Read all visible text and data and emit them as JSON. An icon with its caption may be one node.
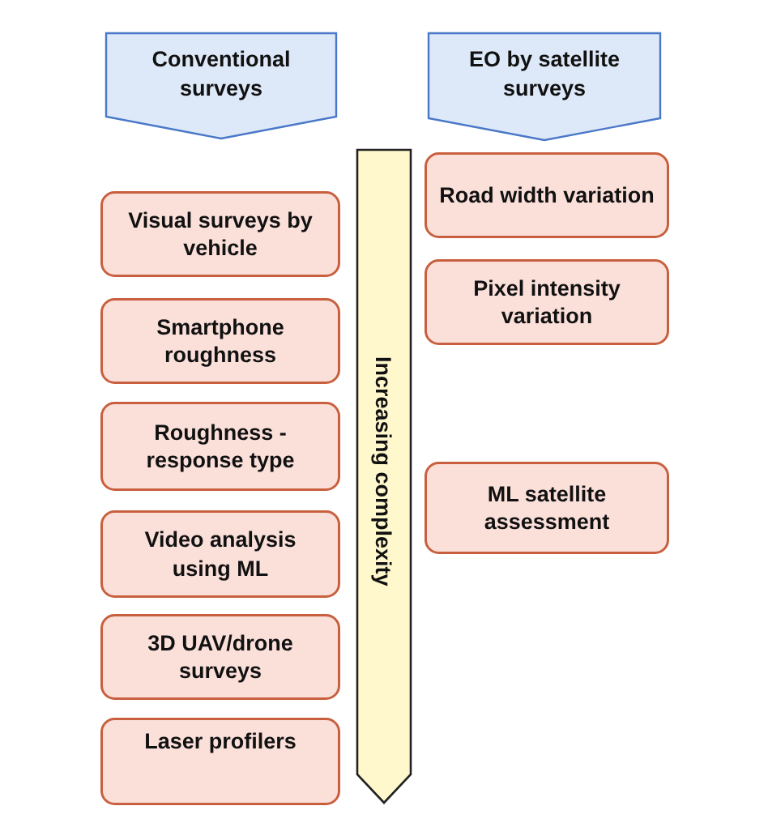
{
  "diagram": {
    "nodes": [
      {
        "text": [
          "Conventional surveys"
        ]
      },
      {
        "text": [
          "EO by satellite surveys"
        ]
      },
      {
        "text": [
          "Increasing complexity"
        ]
      },
      {
        "text": [
          "Visual surveys by vehicle"
        ]
      },
      {
        "text": [
          "Smartphone roughness"
        ]
      },
      {
        "text": [
          "Roughness - response type"
        ]
      },
      {
        "text": [
          "Video analysis using ML"
        ]
      },
      {
        "text": [
          "3D UAV/drone surveys"
        ]
      },
      {
        "text": [
          "Laser profilers"
        ]
      },
      {
        "text": [
          "Road width variation"
        ]
      },
      {
        "text": [
          "Pixel intensity variation"
        ]
      },
      {
        "text": [
          "ML satellite assessment"
        ]
      }
    ]
  }
}
